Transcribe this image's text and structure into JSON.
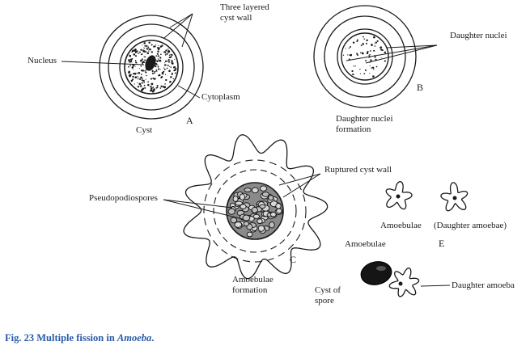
{
  "labels": {
    "three_layered_1": "Three layered",
    "three_layered_2": "cyst wall",
    "nucleus": "Nucleus",
    "cytoplasm": "Cytoplasm",
    "cyst": "Cyst",
    "letter_a": "A",
    "daughter_nuclei": "Daughter nuclei",
    "letter_b": "B",
    "dn_formation_1": "Daughter nuclei",
    "dn_formation_2": "formation",
    "ruptured_wall": "Ruptured cyst wall",
    "pseudopodiospores": "Pseudopodiospores",
    "letter_c": "C",
    "amoebulae_formation_1": "Amoebulae",
    "amoebulae_formation_2": "formation",
    "amoebulae": "Amoebulae",
    "daughter_amoebae": "(Daughter amoebae)",
    "letter_e": "E",
    "amoebulae_2": "Amoebulae",
    "cyst_of_1": "Cyst of",
    "cyst_of_2": "spore",
    "daughter_amoeba": "Daughter amoeba"
  },
  "caption": {
    "prefix": "Fig. 23 Multiple fission in ",
    "organism": "Amoeba",
    "suffix": "."
  },
  "colors": {
    "ink": "#1a1a1a",
    "caption": "#2a5aa8"
  }
}
